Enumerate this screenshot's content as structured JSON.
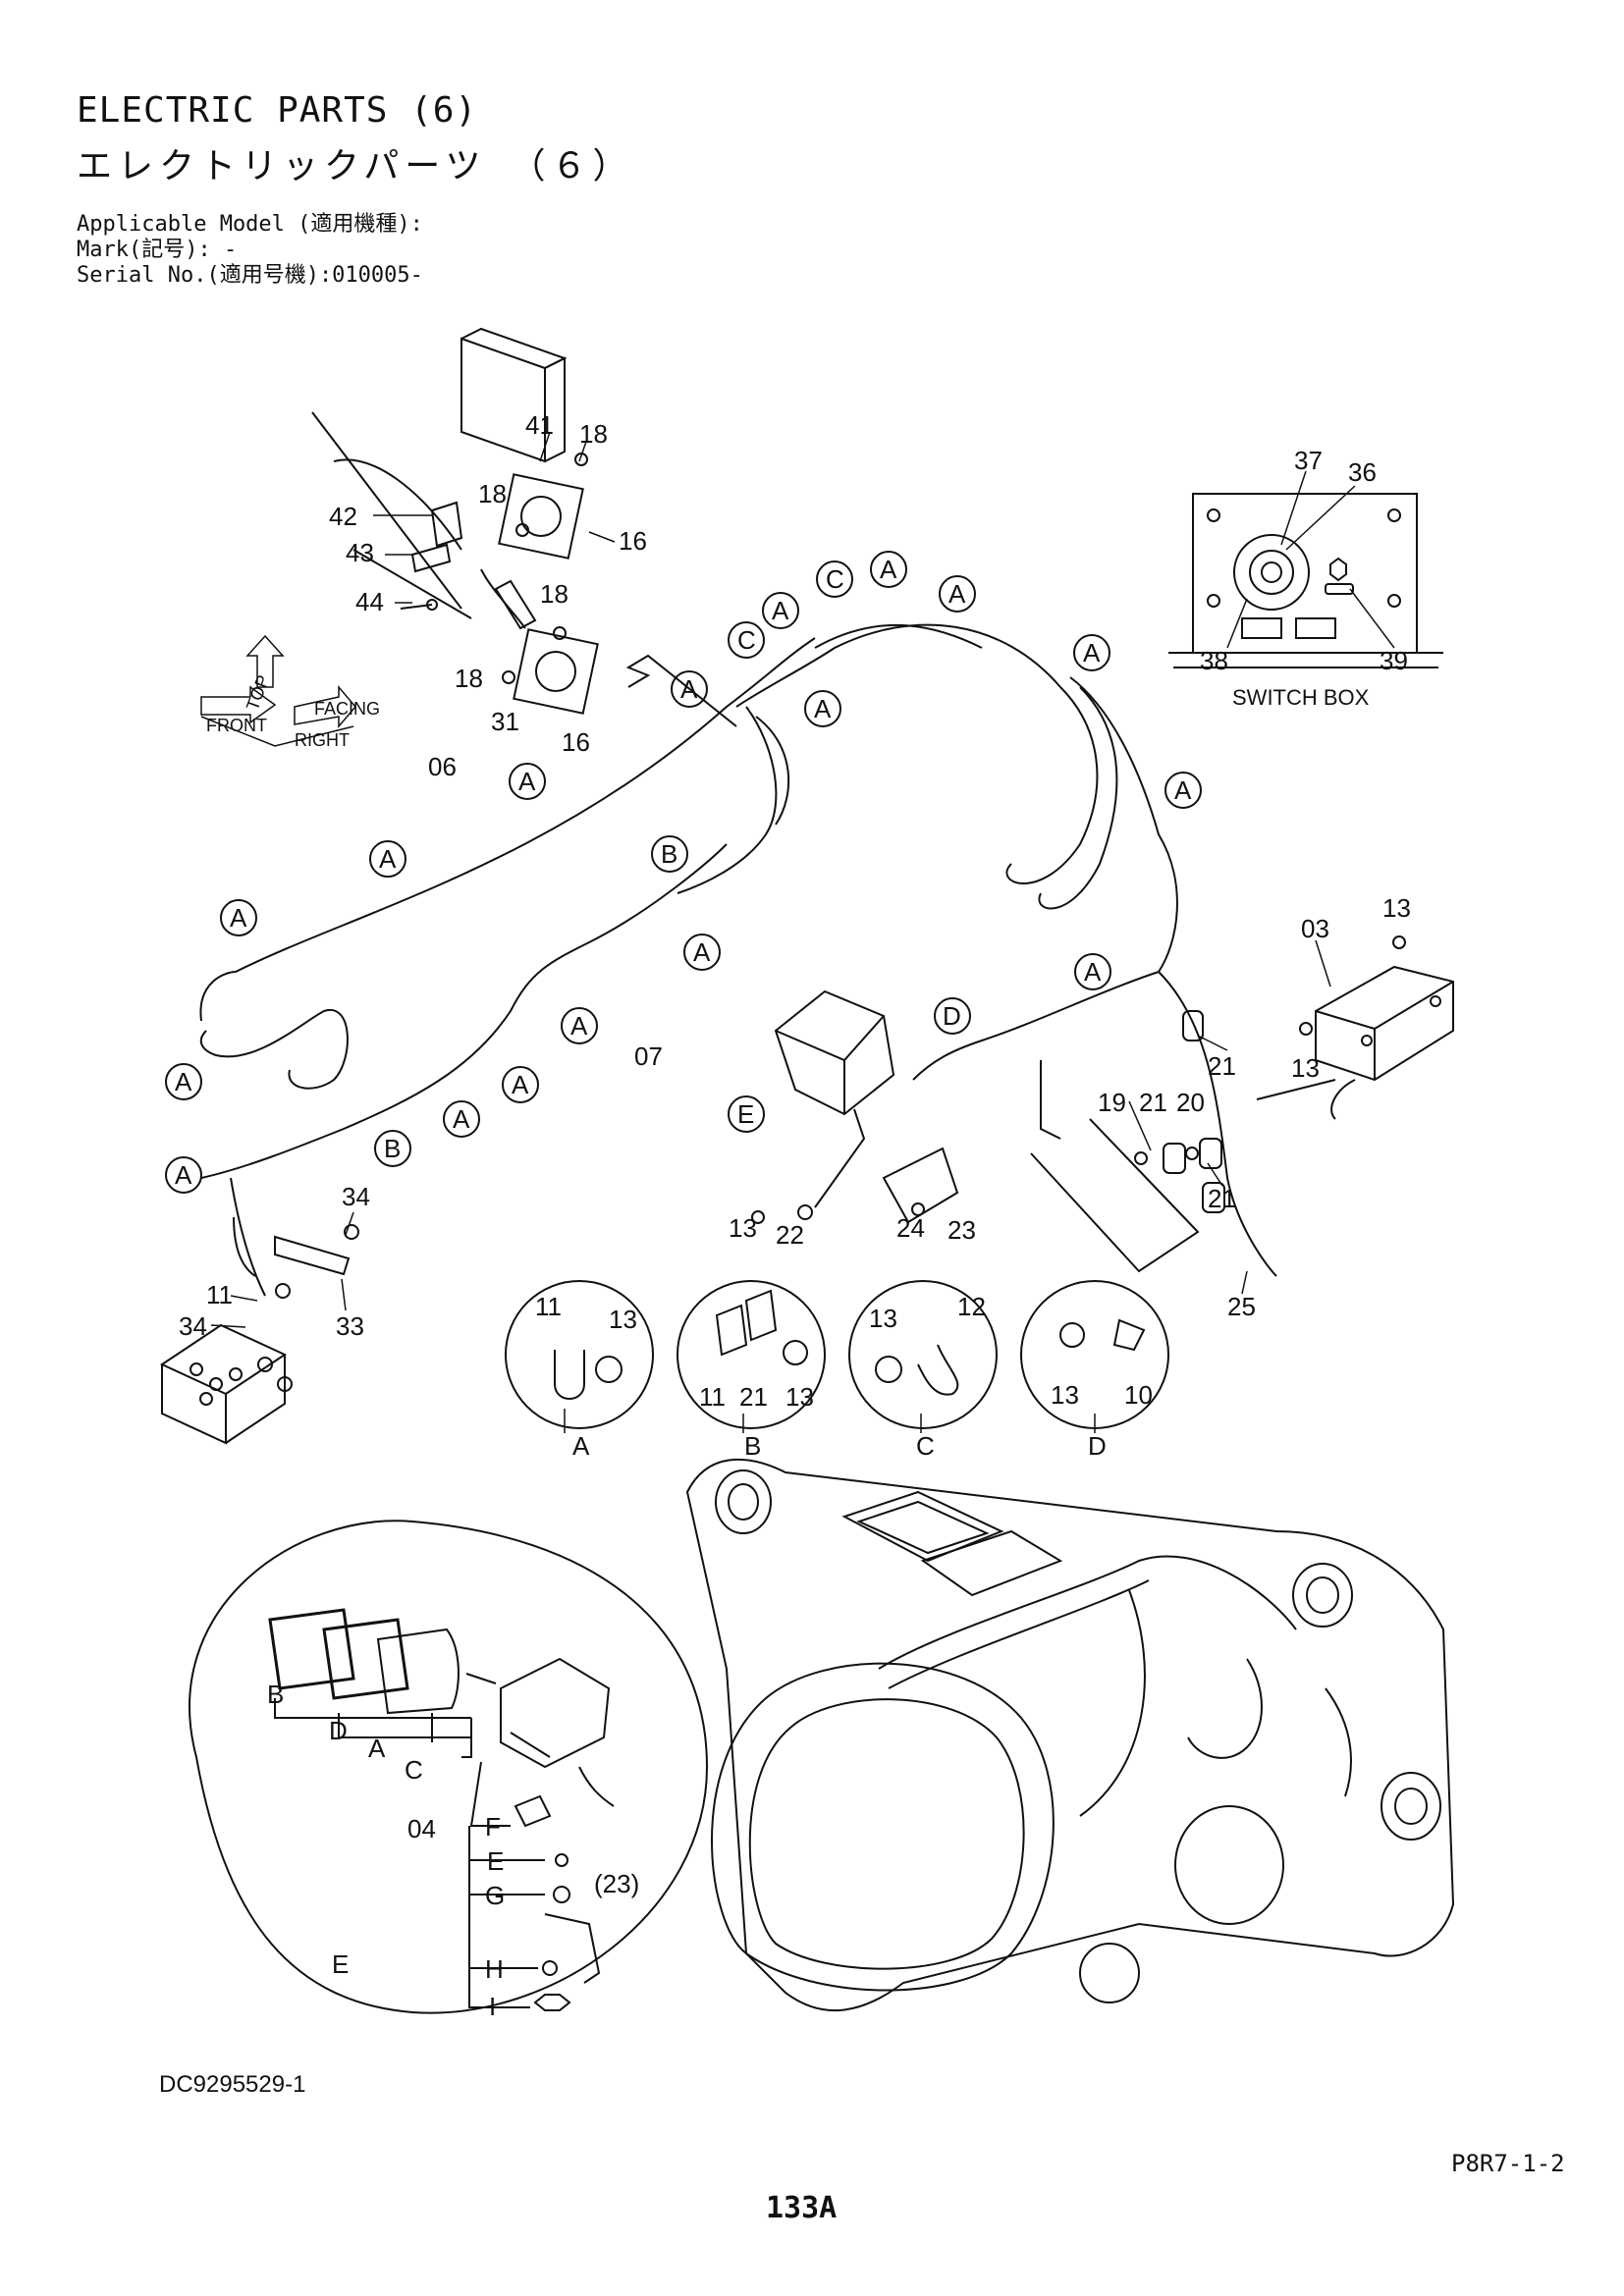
{
  "header": {
    "title_en": "ELECTRIC PARTS (6)",
    "title_jp": "エレクトリックパーツ　（６）",
    "applicable_model": "Applicable Model (適用機種):",
    "mark": "Mark(記号): -",
    "serial": "Serial No.(適用号機):010005-"
  },
  "footer": {
    "doc_code": "DC9295529-1",
    "ref_code": "P8R7-1-2",
    "page_number": "133A"
  },
  "switch_box": {
    "caption": "SWITCH BOX",
    "labels": [
      "37",
      "36",
      "38",
      "39"
    ]
  },
  "direction_indicator": {
    "front": "FRONT",
    "top": "TOP",
    "right": "RIGHT",
    "facing": "FACING"
  },
  "callouts": {
    "A": "A",
    "B": "B",
    "C": "C",
    "D": "D",
    "E": "E"
  },
  "part_numbers": {
    "p41": "41",
    "p18": "18",
    "p42": "42",
    "p43": "43",
    "p44": "44",
    "p16": "16",
    "p31": "31",
    "p06": "06",
    "p07": "07",
    "p03": "03",
    "p13": "13",
    "p21": "21",
    "p19": "19",
    "p20": "20",
    "p22": "22",
    "p23": "23",
    "p24": "24",
    "p25": "25",
    "p34": "34",
    "p11": "11",
    "p33": "33",
    "p12": "12",
    "p10": "10",
    "p04": "04",
    "p23p": "(23)"
  },
  "details": [
    {
      "id": "A",
      "parts": [
        "11",
        "13"
      ]
    },
    {
      "id": "B",
      "parts": [
        "11",
        "21",
        "13"
      ]
    },
    {
      "id": "C",
      "parts": [
        "13",
        "12"
      ]
    },
    {
      "id": "D",
      "parts": [
        "13",
        "10"
      ]
    }
  ],
  "lamp_detail": {
    "letters": [
      "B",
      "D",
      "A",
      "C",
      "F",
      "E",
      "G",
      "H",
      "I",
      "E"
    ]
  }
}
